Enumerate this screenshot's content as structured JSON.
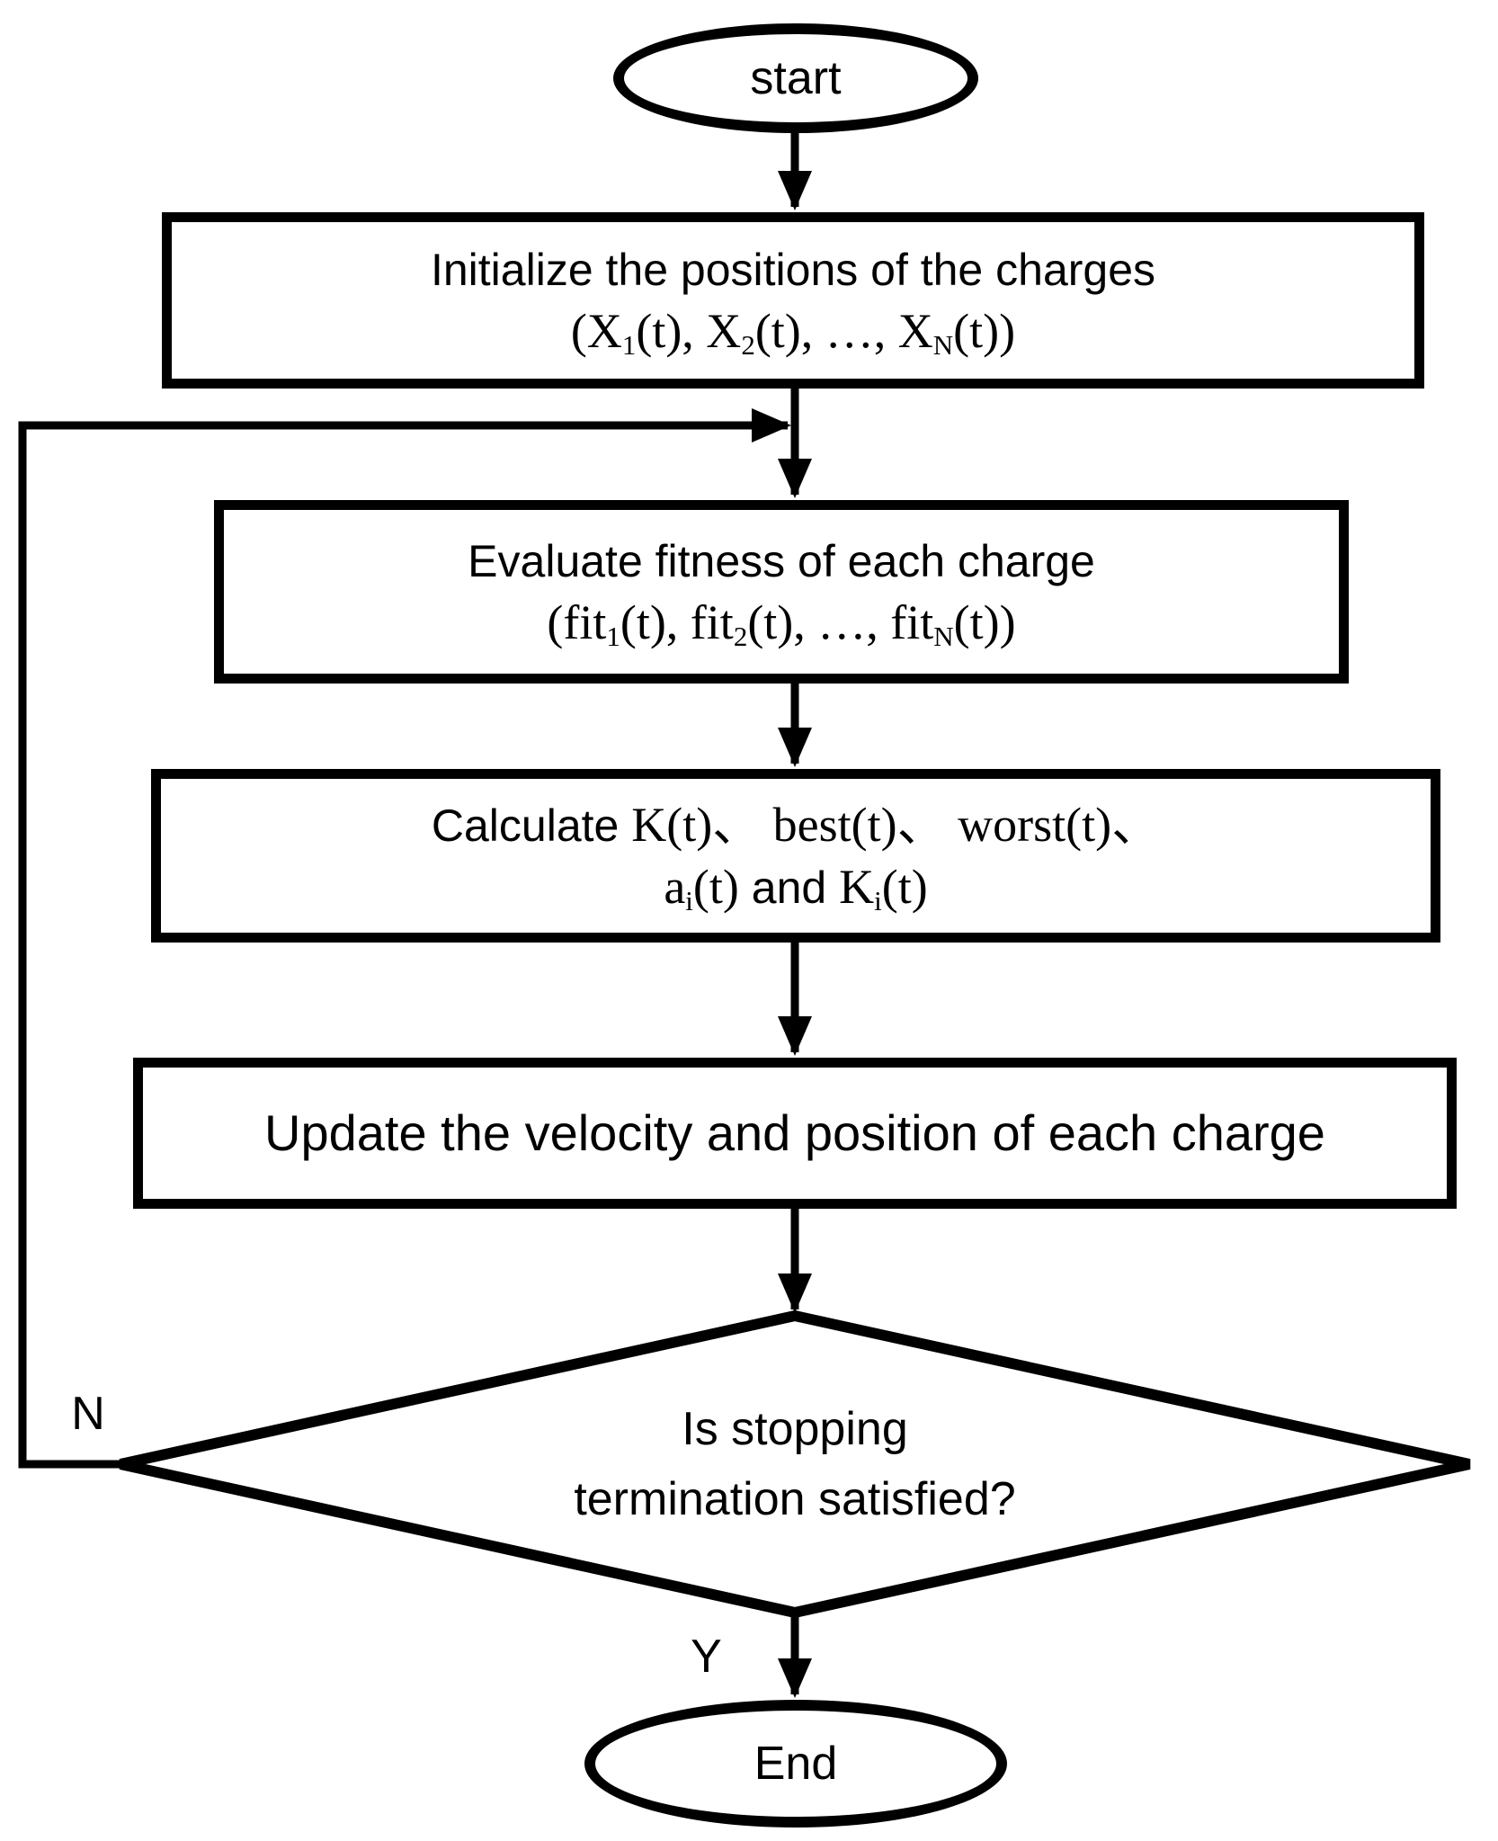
{
  "canvas": {
    "background": "#ffffff",
    "stroke_color": "#000000"
  },
  "nodes": {
    "start": {
      "label": "start"
    },
    "initialize": {
      "line1": [
        {
          "text": "Initialize the positions of the charges",
          "role": "t"
        }
      ],
      "line2": [
        {
          "text": "(X",
          "role": "m"
        },
        {
          "text": "1",
          "role": "ms"
        },
        {
          "text": "(t), X",
          "role": "m"
        },
        {
          "text": "2",
          "role": "ms"
        },
        {
          "text": "(t), …, X",
          "role": "m"
        },
        {
          "text": "N",
          "role": "ms"
        },
        {
          "text": "(t))",
          "role": "m"
        }
      ]
    },
    "evaluate": {
      "line1": [
        {
          "text": "Evaluate fitness of each charge",
          "role": "t"
        }
      ],
      "line2": [
        {
          "text": "(fit",
          "role": "m"
        },
        {
          "text": "1",
          "role": "ms"
        },
        {
          "text": "(t), fit",
          "role": "m"
        },
        {
          "text": "2",
          "role": "ms"
        },
        {
          "text": "(t), …, fit",
          "role": "m"
        },
        {
          "text": "N",
          "role": "ms"
        },
        {
          "text": "(t))",
          "role": "m"
        }
      ]
    },
    "calculate": {
      "line1": [
        {
          "text": "Calculate ",
          "role": "t"
        },
        {
          "text": "K(t)、 best(t)、 worst(t)、",
          "role": "m"
        }
      ],
      "line2": [
        {
          "text": "a",
          "role": "m"
        },
        {
          "text": "i",
          "role": "ms"
        },
        {
          "text": "(t)",
          "role": "m"
        },
        {
          "text": " and ",
          "role": "t"
        },
        {
          "text": "K",
          "role": "m"
        },
        {
          "text": "i",
          "role": "ms"
        },
        {
          "text": "(t)",
          "role": "m"
        }
      ]
    },
    "update": {
      "line1": [
        {
          "text": "Update the velocity and position of each charge",
          "role": "t"
        }
      ]
    },
    "decision": {
      "line1": [
        {
          "text": "Is stopping",
          "role": "t"
        }
      ],
      "line2": [
        {
          "text": "termination satisfied?",
          "role": "t"
        }
      ]
    },
    "end": {
      "label": "End"
    }
  },
  "edge_labels": {
    "no": "N",
    "yes": "Y"
  }
}
